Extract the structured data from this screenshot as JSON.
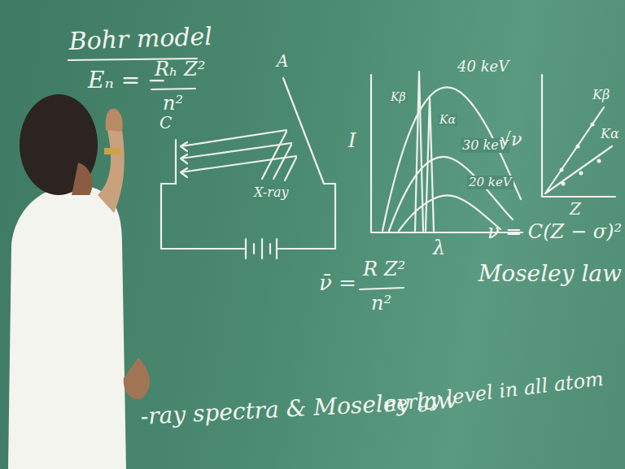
{
  "diagram": {
    "title": "Bohr model",
    "labels": [
      "Eₙ = −",
      "Rₕ Z²",
      "n²",
      "C",
      "A",
      "X-ray",
      "I",
      "40 keV",
      "30 keV",
      "20 keV",
      "Kβ",
      "Kα",
      "λ",
      "√ν",
      "Z",
      "Kβ",
      "Kα",
      "ν = C(Z − σ)²",
      "Moseley law",
      "ν̄ =",
      "R Z²",
      "n²",
      "-ray spectra & Moseley law",
      "nergy level in all atom"
    ]
  }
}
